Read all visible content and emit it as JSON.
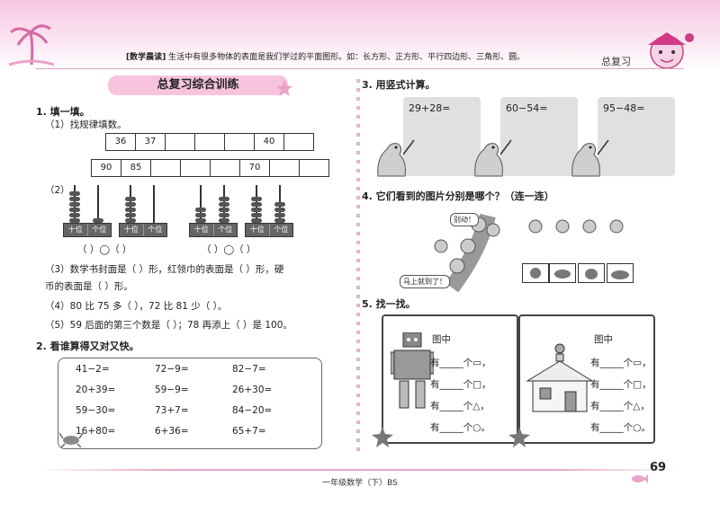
{
  "header": {
    "tip_label": "[数学晨读]",
    "tip_text": "生活中有很多物体的表面是我们学过的平面图形。如：长方形、正方形、平行四边形、三角形、圆。",
    "right_title": "总复习"
  },
  "left": {
    "section_title": "总复习综合训练",
    "q1": {
      "title": "1. 填一填。",
      "sub1": "（1）找规律填数。",
      "row1": [
        "36",
        "37",
        "",
        "",
        "",
        "40",
        ""
      ],
      "row2": [
        "90",
        "85",
        "",
        "",
        "",
        "70",
        "",
        ""
      ],
      "sub2": "（2）",
      "abacus_cols": [
        "十位",
        "个位"
      ],
      "blanks_a": "（      ）◯（      ）",
      "blanks_b": "（      ）◯（      ）",
      "l3": "（3）数学书封面是（          ）形，红领巾的表面是（          ）形，硬",
      "l3b": "币的表面是（          ）形。",
      "l4": "（4）80 比 75 多（        ），72 比 81 少（        ）。",
      "l5": "（5）59 后面的第三个数是（        ）；78 再添上（        ）是 100。"
    },
    "q2": {
      "title": "2. 看谁算得又对又快。",
      "items": [
        [
          "41−2=",
          "72−9=",
          "82−7="
        ],
        [
          "20+39=",
          "59−9=",
          "26+30="
        ],
        [
          "59−30=",
          "73+7=",
          "84−20="
        ],
        [
          "16+80=",
          "6+36=",
          "65+7="
        ]
      ]
    }
  },
  "right": {
    "q3": {
      "title": "3. 用竖式计算。",
      "items": [
        "29+28=",
        "60−54=",
        "95−48="
      ]
    },
    "q4": {
      "title": "4. 它们看到的图片分别是哪个？（连一连）",
      "bubble1": "别动！",
      "bubble2": "马上就到了！"
    },
    "q5": {
      "title": "5. 找一找。",
      "box_title": "图中",
      "lines": [
        "有_____个▭，",
        "有_____个□，",
        "有_____个△，",
        "有_____个○。"
      ]
    }
  },
  "footer": {
    "page_number": "69",
    "book": "一年级数学（下）BS"
  }
}
